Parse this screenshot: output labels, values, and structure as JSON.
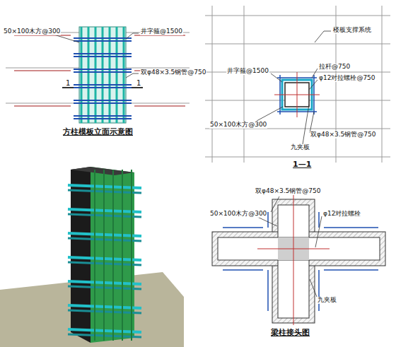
{
  "diagram": {
    "labels": [
      "50×100木方@300",
      "井字箍@1500",
      "双φ48×3.5钢管@750",
      "1",
      "1",
      "方柱模板立面示意图",
      "楼板支撑系统",
      "井字箍@1500",
      "拉杆@750",
      "φ12对拉螺栓@750",
      "50×100木方@300",
      "双φ48×3.5钢管@750",
      "九夹板",
      "1—1",
      "双φ48×3.5钢管@750",
      "50×100木方@300",
      "φ12对拉螺栓",
      "九夹板",
      "梁柱接头图"
    ]
  }
}
